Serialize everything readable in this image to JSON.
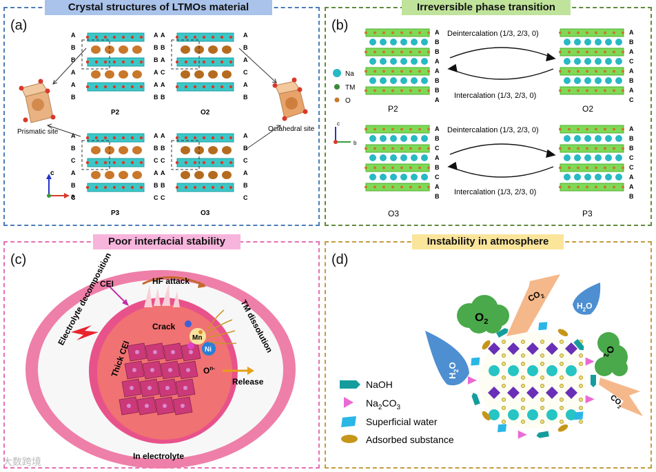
{
  "panel_a": {
    "label": "(a)",
    "title": "Crystal structures of LTMOs material",
    "sites": {
      "prismatic": "Prismatic site",
      "octahedral": "Octahedral site"
    },
    "structures": [
      {
        "name": "P2",
        "stacking": [
          "A",
          "B",
          "B",
          "A",
          "A",
          "B"
        ]
      },
      {
        "name": "O2",
        "stacking": [
          "A",
          "B",
          "A",
          "C",
          "A",
          "B"
        ]
      },
      {
        "name": "P3",
        "stacking": [
          "A",
          "B",
          "C",
          "A",
          "B",
          "C"
        ]
      },
      {
        "name": "O3",
        "stacking": [
          "A",
          "B",
          "C",
          "A",
          "B",
          "C"
        ]
      }
    ],
    "axes": {
      "c": "c",
      "a": "a"
    }
  },
  "panel_b": {
    "label": "(b)",
    "title": "Irreversible phase transition",
    "legend": [
      "Na",
      "TM",
      "O"
    ],
    "rows": [
      {
        "left": "P2",
        "right": "O2",
        "forward": "Deintercalation (1/3, 2/3, 0)",
        "backward": "Intercalation (1/3, 2/3, 0)",
        "left_stack": [
          "A",
          "B",
          "B",
          "A",
          "A",
          "B",
          "B",
          "A"
        ],
        "right_stack": [
          "A",
          "B",
          "A",
          "C",
          "A",
          "B",
          "A",
          "C"
        ]
      },
      {
        "left": "O3",
        "right": "P3",
        "forward": "Deintercalation (1/3, 2/3, 0)",
        "backward": "Intercalation (1/3, 2/3, 0)",
        "left_stack": [
          "A",
          "B",
          "C",
          "A",
          "B",
          "C",
          "A",
          "B"
        ],
        "right_stack": [
          "A",
          "B",
          "B",
          "C",
          "C",
          "A",
          "A",
          "B"
        ]
      }
    ],
    "axes": {
      "c": "c",
      "b": "b"
    }
  },
  "panel_c": {
    "label": "(c)",
    "title": "Poor interfacial stability",
    "cei": "CEI",
    "hf": "HF attack",
    "tm": "TM dissolution",
    "electrolyte_decomp": "Electrolyte decomposition",
    "thick_cei": "Thick CEI",
    "crack": "Crack",
    "mn": "Mn",
    "ni": "Ni",
    "o_ion": "O",
    "o_sup": "n-",
    "release": "Release",
    "in_electrolyte": "In electrolyte"
  },
  "panel_d": {
    "label": "(d)",
    "title": "Instability in atmosphere",
    "o2": "O",
    "o2_sub": "2",
    "h2o": "H",
    "h2o_sub": "2",
    "h2o_tail": "O",
    "co2": "CO",
    "co2_sub": "2",
    "legend": [
      {
        "label": "NaOH"
      },
      {
        "label": "Na",
        "sub": "2",
        "tail": "CO",
        "sub2": "3"
      },
      {
        "label": "Superficial water"
      },
      {
        "label": "Adsorbed substance"
      }
    ]
  },
  "watermark": "大数跨境",
  "colors": {
    "layer": "#3cc7c7",
    "layer_dark": "#1c9ea6",
    "na_layer": "#7ed957",
    "na": "#27b9c4",
    "na_orange": "#c9772a",
    "oxygen": "#d8392b",
    "pink": "#e8498f",
    "red": "#e24a4a"
  }
}
